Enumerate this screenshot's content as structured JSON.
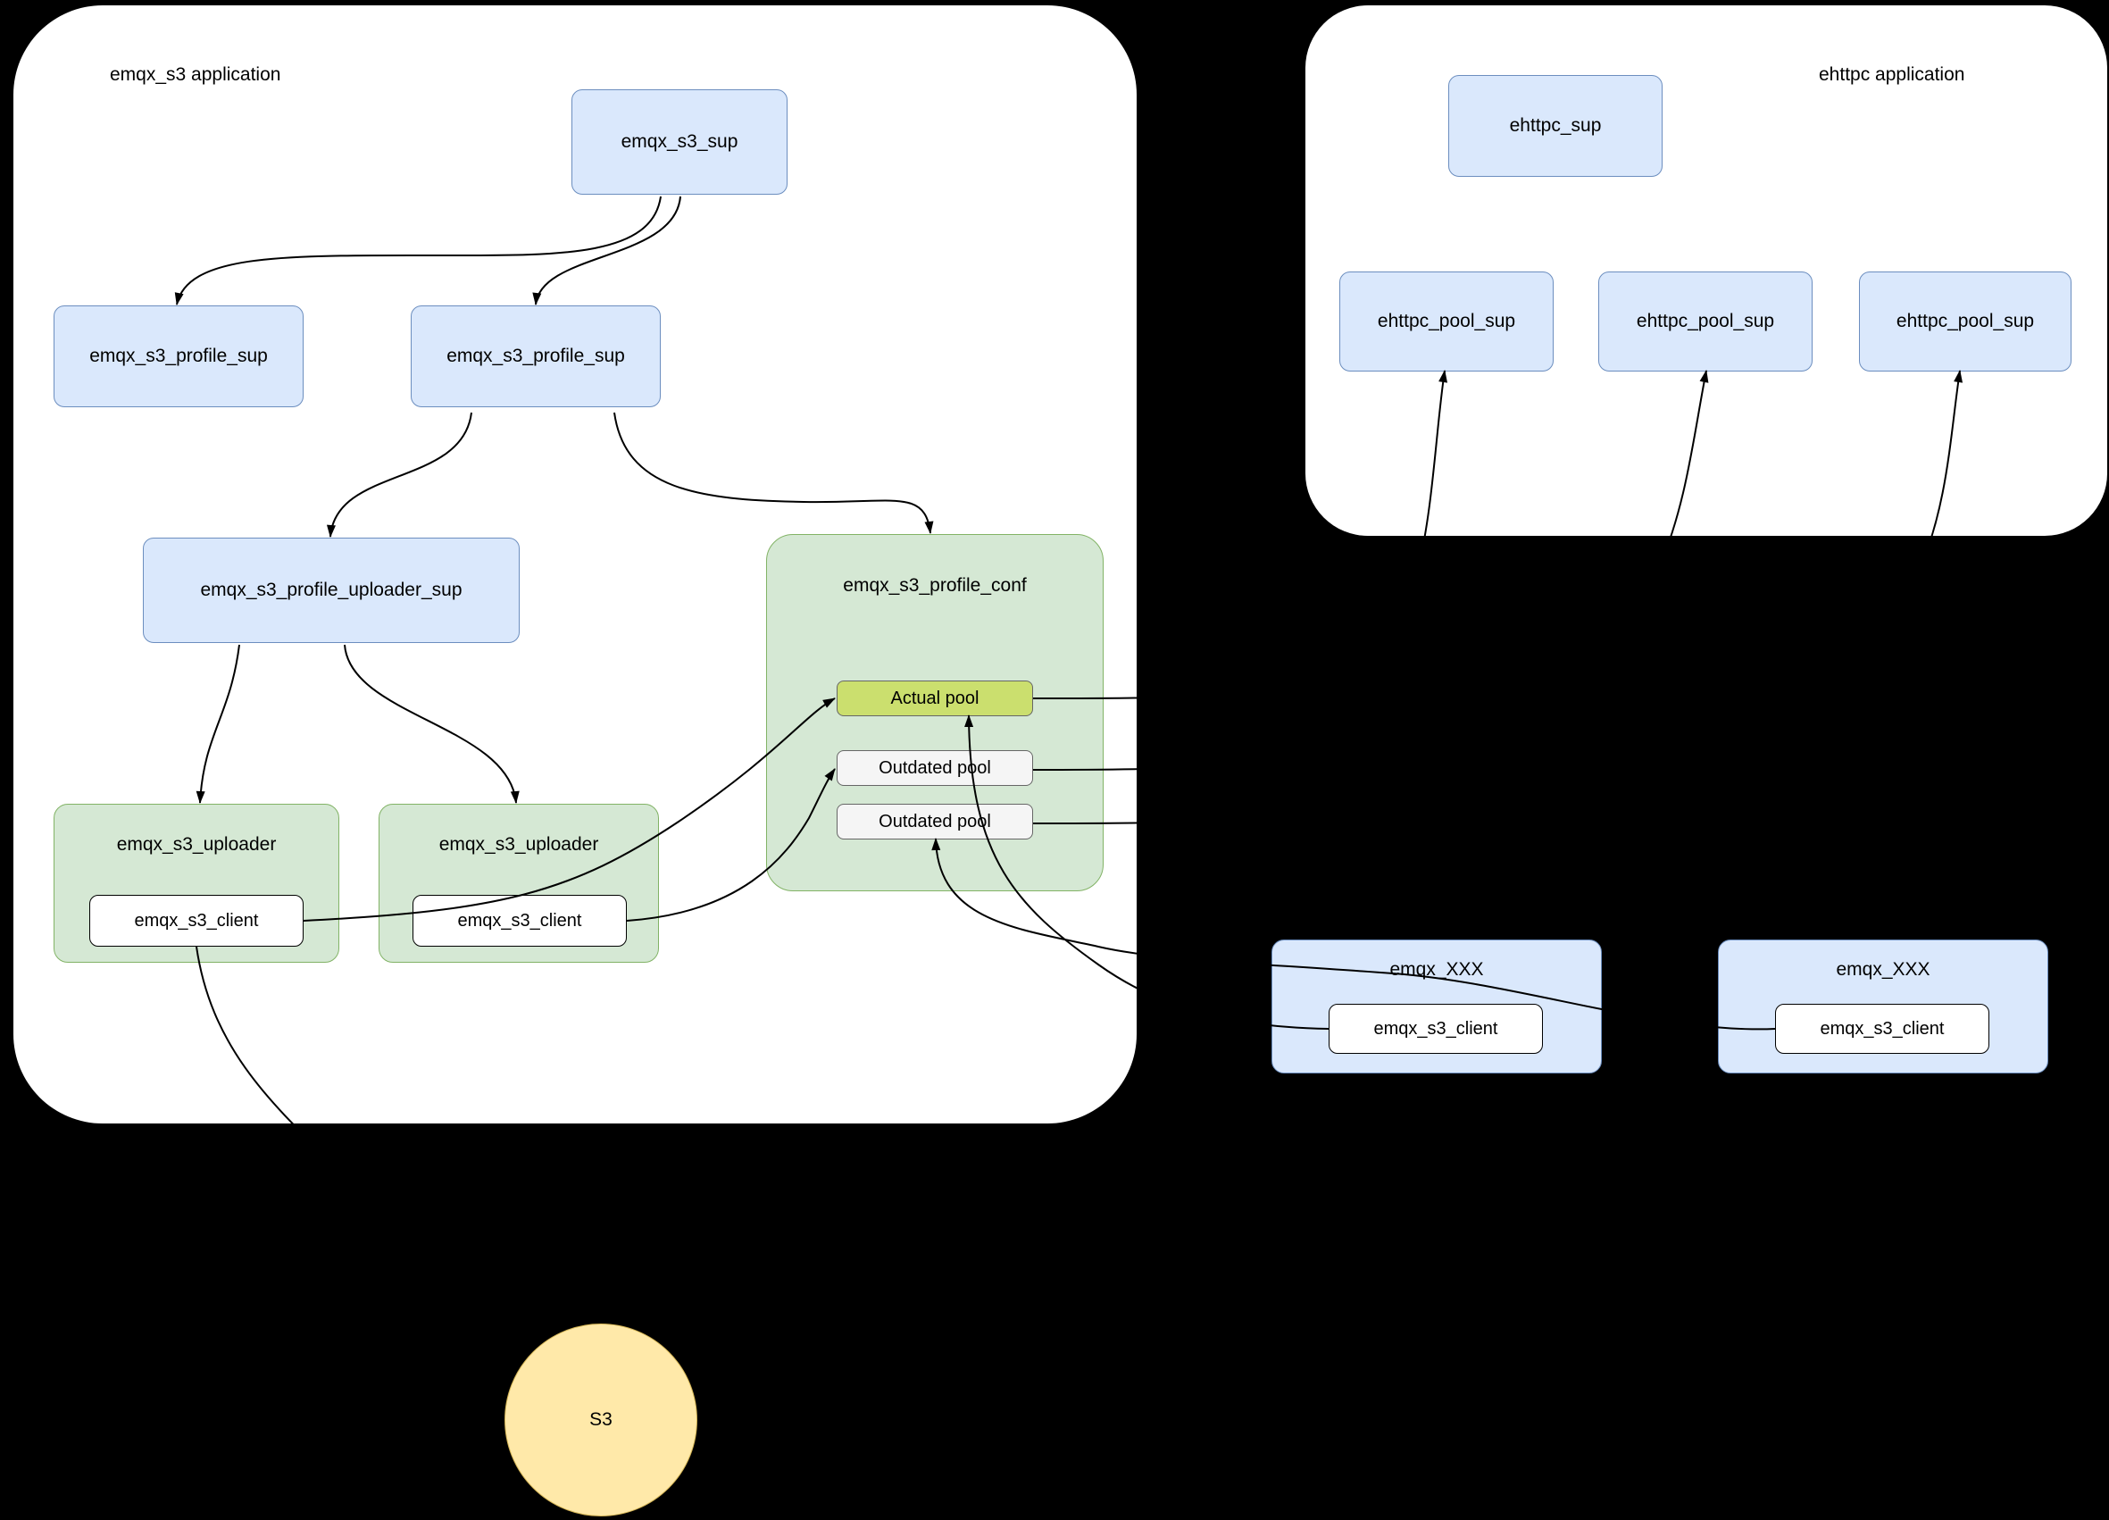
{
  "containers": {
    "emqx_s3_app": {
      "label": "emqx_s3 application"
    },
    "ehttpc_app": {
      "label": "ehttpc application"
    }
  },
  "nodes": {
    "emqx_s3_sup": {
      "label": "emqx_s3_sup"
    },
    "emqx_s3_profile_sup_left": {
      "label": "emqx_s3_profile_sup"
    },
    "emqx_s3_profile_sup_mid": {
      "label": "emqx_s3_profile_sup"
    },
    "emqx_s3_profile_uploader_sup": {
      "label": "emqx_s3_profile_uploader_sup"
    },
    "emqx_s3_profile_conf": {
      "label": "emqx_s3_profile_conf"
    },
    "actual_pool": {
      "label": "Actual pool"
    },
    "outdated_pool_top": {
      "label": "Outdated pool"
    },
    "outdated_pool_bottom": {
      "label": "Outdated pool"
    },
    "emqx_s3_uploader_left": {
      "label": "emqx_s3_uploader"
    },
    "emqx_s3_uploader_right": {
      "label": "emqx_s3_uploader"
    },
    "emqx_s3_client_left": {
      "label": "emqx_s3_client"
    },
    "emqx_s3_client_right": {
      "label": "emqx_s3_client"
    },
    "ehttpc_sup": {
      "label": "ehttpc_sup"
    },
    "ehttpc_pool_sup_1": {
      "label": "ehttpc_pool_sup"
    },
    "ehttpc_pool_sup_2": {
      "label": "ehttpc_pool_sup"
    },
    "ehttpc_pool_sup_3": {
      "label": "ehttpc_pool_sup"
    },
    "emqx_xxx_left": {
      "label": "emqx_XXX"
    },
    "emqx_xxx_left_client": {
      "label": "emqx_s3_client"
    },
    "emqx_xxx_right": {
      "label": "emqx_XXX"
    },
    "emqx_xxx_right_client": {
      "label": "emqx_s3_client"
    },
    "s3": {
      "label": "S3"
    }
  },
  "edges": [
    {
      "from": "emqx_s3_sup",
      "to": "emqx_s3_profile_sup_left"
    },
    {
      "from": "emqx_s3_sup",
      "to": "emqx_s3_profile_sup_mid"
    },
    {
      "from": "emqx_s3_profile_sup_mid",
      "to": "emqx_s3_profile_uploader_sup"
    },
    {
      "from": "emqx_s3_profile_sup_mid",
      "to": "emqx_s3_profile_conf"
    },
    {
      "from": "emqx_s3_profile_uploader_sup",
      "to": "emqx_s3_uploader_left"
    },
    {
      "from": "emqx_s3_profile_uploader_sup",
      "to": "emqx_s3_uploader_right"
    },
    {
      "from": "emqx_s3_client_left",
      "to": "actual_pool"
    },
    {
      "from": "emqx_s3_client_right",
      "to": "outdated_pool_top"
    },
    {
      "from": "actual_pool",
      "to": "ehttpc_pool_sup_1"
    },
    {
      "from": "outdated_pool_top",
      "to": "ehttpc_pool_sup_2"
    },
    {
      "from": "outdated_pool_bottom",
      "to": "ehttpc_pool_sup_3"
    },
    {
      "from": "emqx_xxx_left_client",
      "to": "actual_pool"
    },
    {
      "from": "emqx_xxx_right_client",
      "to": "outdated_pool_bottom"
    },
    {
      "from": "emqx_s3_client_left",
      "to": "s3"
    }
  ],
  "colors": {
    "background": "#000000",
    "container_fill": "#ffffff",
    "blue_fill": "#dae8fc",
    "blue_border": "#6c8ebf",
    "green_fill": "#d5e8d4",
    "green_border": "#82b366",
    "actual_pool_fill": "#cbdf6e",
    "outdated_pool_fill": "#f5f5f5",
    "pool_border": "#666666",
    "client_fill": "#ffffff",
    "client_border": "#000000",
    "s3_fill": "#ffe9a9",
    "s3_border": "#d6b656",
    "edge": "#000000"
  }
}
